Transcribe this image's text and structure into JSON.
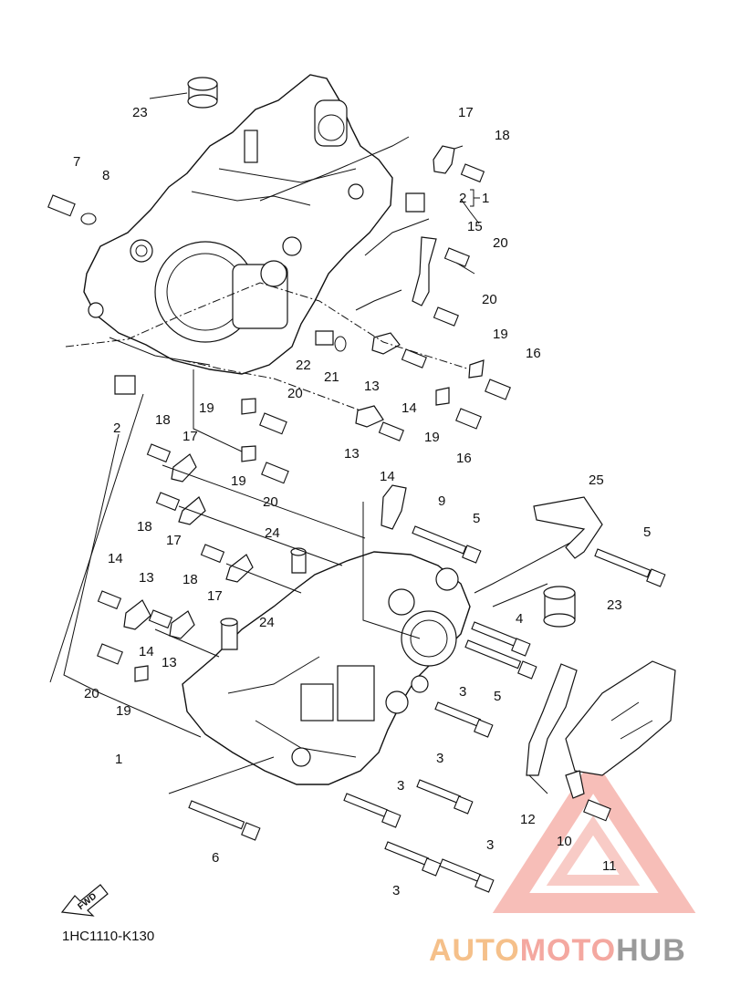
{
  "diagram": {
    "reference_code": "1HC1110-K130",
    "fwd_label": "FWD",
    "callouts": {
      "c23a": "23",
      "c17a": "17",
      "c18a": "18",
      "c2r": "2",
      "c1r": "1",
      "c7": "7",
      "c8": "8",
      "c15": "15",
      "c20a": "20",
      "c20b": "20",
      "c19a": "19",
      "c16a": "16",
      "c22": "22",
      "c21": "21",
      "c13a": "13",
      "c14a": "14",
      "c2": "2",
      "c19b": "19",
      "c20c": "20",
      "c13b": "13",
      "c19c": "19",
      "c16b": "16",
      "c18b": "18",
      "c17b": "17",
      "c19d": "19",
      "c20d": "20",
      "c14b": "14",
      "c9": "9",
      "c25": "25",
      "c18c": "18",
      "c5a": "5",
      "c17c": "17",
      "c5b": "5",
      "c24a": "24",
      "c18d": "18",
      "c17d": "17",
      "c23b": "23",
      "c14c": "14",
      "c13c": "13",
      "c4": "4",
      "c24b": "24",
      "c14d": "14",
      "c13d": "13",
      "c5c": "5",
      "c20e": "20",
      "c19e": "19",
      "c3a": "3",
      "c1": "1",
      "c3b": "3",
      "c12": "12",
      "c3c": "3",
      "c10": "10",
      "c11": "11",
      "c6": "6",
      "c3d": "3",
      "c3e": "3"
    }
  },
  "watermark": {
    "part1": "AUTO",
    "part2": "MOTO",
    "part3": "HUB",
    "colors": {
      "auto": "#f5c08a",
      "moto": "#f4a8a0",
      "hub": "#9a9a9a",
      "triangle": "#f4a8a0"
    }
  }
}
